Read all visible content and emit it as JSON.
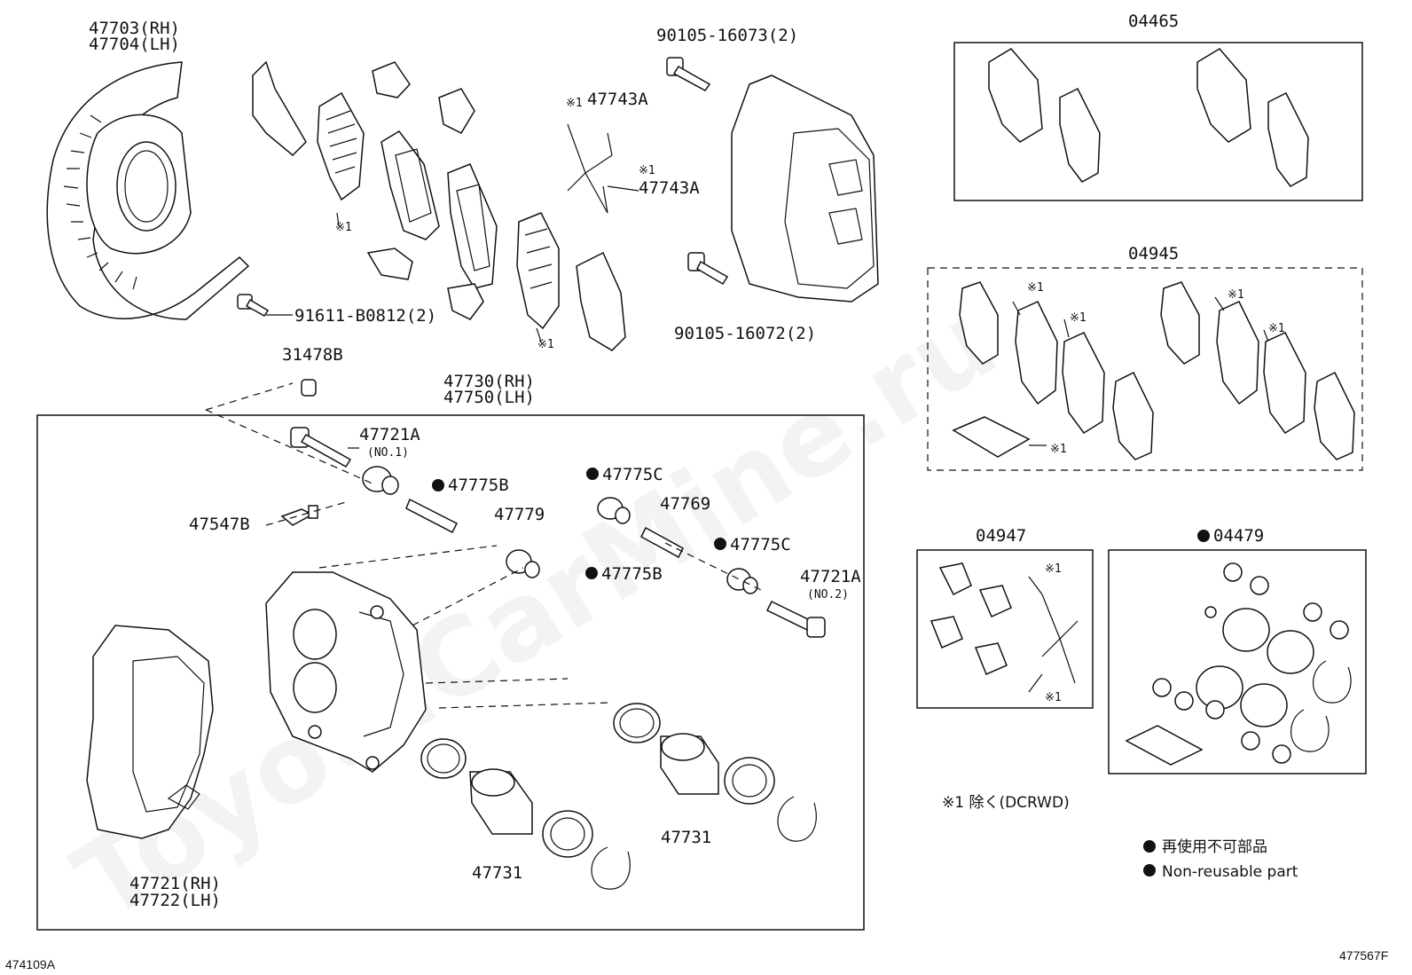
{
  "watermark": "ToyotaCarMine.ru",
  "labels": {
    "shield_rh": "47703(RH)",
    "shield_lh": "47704(LH)",
    "bolt_top": "90105-16073(2)",
    "shim_top": "47743A",
    "shim_mid": "47743A",
    "excl_mark": "※1",
    "bolt_shield": "91611-B0812(2)",
    "bolt_caliper": "90105-16072(2)",
    "cap": "31478B",
    "caliper_rh": "47730(RH)",
    "caliper_lh": "47750(LH)",
    "pin_bolt_1": "47721A",
    "pin_bolt_1_no": "(NO.1)",
    "boot_b_1": "47775B",
    "pin_1": "47779",
    "bleeder": "47547B",
    "boot_c_1": "47775C",
    "pin_2": "47769",
    "boot_c_2": "47775C",
    "boot_b_2": "47775B",
    "pin_bolt_2": "47721A",
    "pin_bolt_2_no": "(NO.2)",
    "mount_rh": "47721(RH)",
    "mount_lh": "47722(LH)",
    "piston_1": "47731",
    "piston_2": "47731"
  },
  "kits": {
    "pads": "04465",
    "shim_kit": "04945",
    "fitting_kit": "04947",
    "seal_kit": "04479"
  },
  "notes": {
    "excl_note": "※1 除く(DCRWD)",
    "nonreusable_jp": "再使用不可部品",
    "nonreusable_en": "Non-reusable part"
  },
  "refs": {
    "left": "474109A",
    "right": "477567F"
  }
}
